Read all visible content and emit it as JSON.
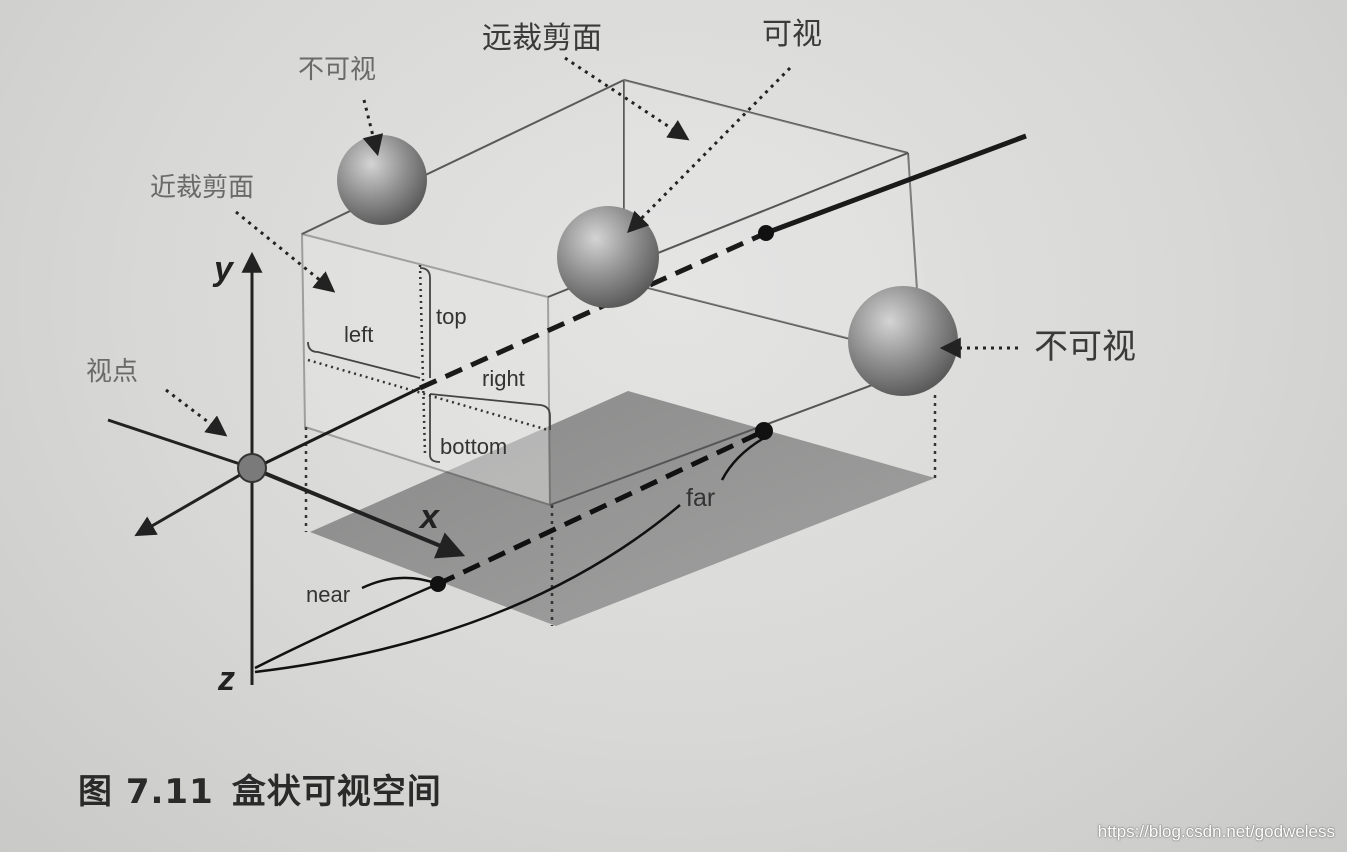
{
  "diagram": {
    "labels": {
      "far_clip_top": "远裁剪面",
      "near_clip": "近裁剪面",
      "visible": "可视",
      "invisible_left": "不可视",
      "invisible_right": "不可视",
      "viewpoint": "视点",
      "top": "top",
      "left": "left",
      "right": "right",
      "bottom": "bottom",
      "near": "near",
      "far": "far"
    },
    "axes": {
      "x": "x",
      "y": "y",
      "z": "z"
    }
  },
  "caption": {
    "figure_number": "图 7.11",
    "title": "盒状可视空间"
  },
  "watermark": "https://blog.csdn.net/godweless",
  "colors": {
    "background": "#d9d9d7",
    "floor": "#8f8f8f",
    "line": "#555555",
    "sphere": "#8a8a8a"
  }
}
